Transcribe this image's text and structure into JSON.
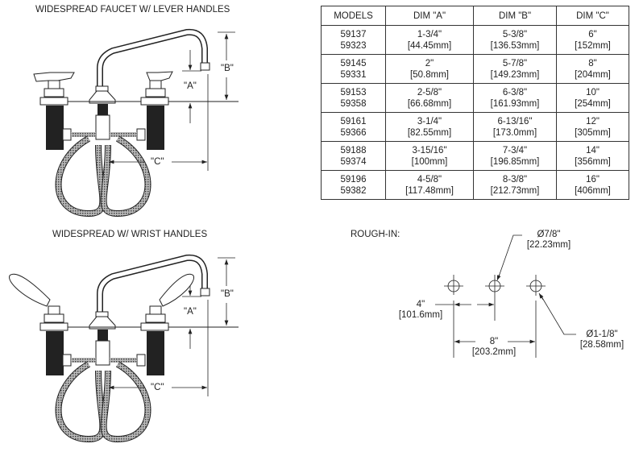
{
  "top_drawing": {
    "title": "WIDESPREAD FAUCET W/ LEVER HANDLES",
    "dim_a": "\"A\"",
    "dim_b": "\"B\"",
    "dim_c": "\"C\""
  },
  "bottom_drawing": {
    "title": "WIDESPREAD W/  WRIST HANDLES",
    "dim_a": "\"A\"",
    "dim_b": "\"B\"",
    "dim_c": "\"C\""
  },
  "table": {
    "headers": [
      "MODELS",
      "DIM \"A\"",
      "DIM \"B\"",
      "DIM \"C\""
    ],
    "rows": [
      {
        "models": [
          "59137",
          "59323"
        ],
        "a": [
          "1-3/4\"",
          "[44.45mm]"
        ],
        "b": [
          "5-3/8\"",
          "[136.53mm]"
        ],
        "c": [
          "6\"",
          "[152mm]"
        ]
      },
      {
        "models": [
          "59145",
          "59331"
        ],
        "a": [
          "2\"",
          "[50.8mm]"
        ],
        "b": [
          "5-7/8\"",
          "[149.23mm]"
        ],
        "c": [
          "8\"",
          "[204mm]"
        ]
      },
      {
        "models": [
          "59153",
          "59358"
        ],
        "a": [
          "2-5/8\"",
          "[66.68mm]"
        ],
        "b": [
          "6-3/8\"",
          "[161.93mm]"
        ],
        "c": [
          "10\"",
          "[254mm]"
        ]
      },
      {
        "models": [
          "59161",
          "59366"
        ],
        "a": [
          "3-1/4\"",
          "[82.55mm]"
        ],
        "b": [
          "6-13/16\"",
          "[173.0mm]"
        ],
        "c": [
          "12\"",
          "[305mm]"
        ]
      },
      {
        "models": [
          "59188",
          "59374"
        ],
        "a": [
          "3-15/16\"",
          "[100mm]"
        ],
        "b": [
          "7-3/4\"",
          "[196.85mm]"
        ],
        "c": [
          "14\"",
          "[356mm]"
        ]
      },
      {
        "models": [
          "59196",
          "59382"
        ],
        "a": [
          "4-5/8\"",
          "[117.48mm]"
        ],
        "b": [
          "8-3/8\"",
          "[212.73mm]"
        ],
        "c": [
          "16\"",
          "[406mm]"
        ]
      }
    ]
  },
  "rough_in": {
    "title": "ROUGH-IN:",
    "small_hole": "Ø7/8\"",
    "small_hole_mm": "[22.23mm]",
    "large_hole": "Ø1-1/8\"",
    "large_hole_mm": "[28.58mm]",
    "spacing_4": "4\"",
    "spacing_4_mm": "[101.6mm]",
    "spacing_8": "8\"",
    "spacing_8_mm": "[203.2mm]"
  }
}
